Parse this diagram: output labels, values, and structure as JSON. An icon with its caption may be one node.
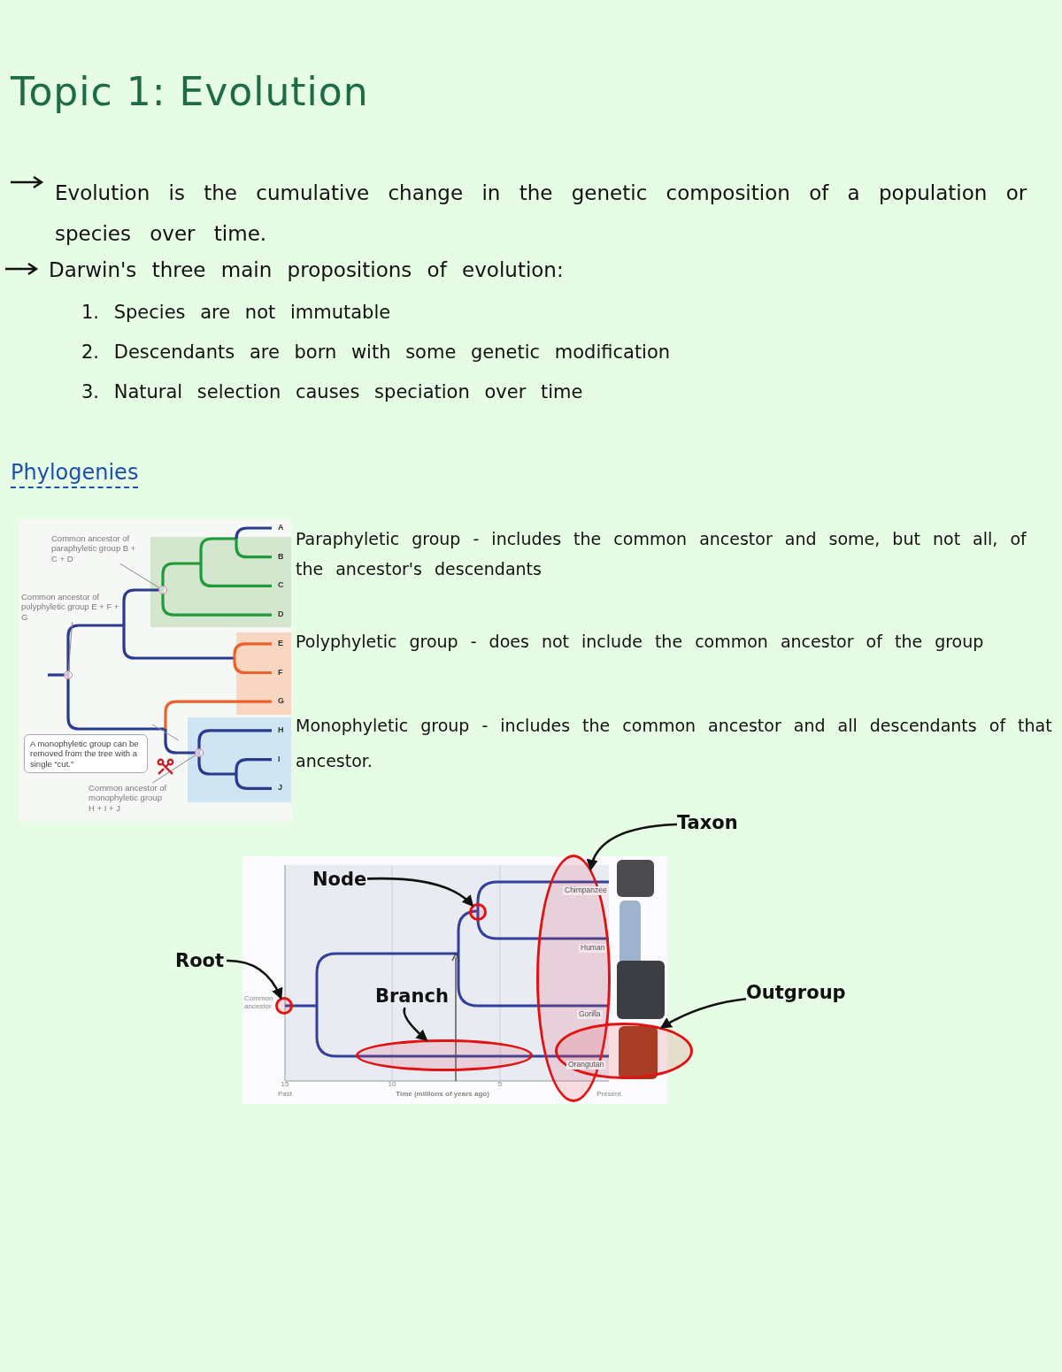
{
  "diagram": {
    "title": "Topic 1: Evolution",
    "nodes": [
      {
        "text": [
          "Common ancestor of paraphyletic group B + C + D"
        ]
      },
      {
        "text": [],
        "shape": "circle"
      },
      {
        "text": [
          "Common ancestor of polyphyletic group E + F + G"
        ]
      },
      {
        "text": [],
        "shape": "circle"
      },
      {
        "text": [
          "A monophyletic group can be removed from the tree with a single “cut.”"
        ]
      },
      {
        "text": [
          "Common ancestor of monophyletic group H + I + J"
        ]
      },
      {
        "text": [],
        "shape": "circle"
      },
      {
        "text": [
          "Taxon"
        ]
      },
      {
        "text": [],
        "shape": "circle"
      },
      {
        "text": [
          "Node"
        ]
      },
      {
        "text": [],
        "shape": "circle"
      },
      {
        "text": [
          "Root"
        ]
      },
      {
        "text": [],
        "shape": "circle"
      },
      {
        "text": [
          "Branch"
        ]
      },
      {
        "text": [],
        "shape": "circle"
      },
      {
        "text": [
          "Outgroup"
        ]
      },
      {
        "text": [],
        "shape": "circle"
      }
    ],
    "edges": [
      {
        "from": 0,
        "to": 1,
        "arrow": "none",
        "color": "#888888"
      },
      {
        "from": 2,
        "to": 3,
        "arrow": "none",
        "color": "#888888"
      },
      {
        "from": 5,
        "to": 6,
        "arrow": "none",
        "color": "#888888"
      },
      {
        "from": 7,
        "to": 8,
        "arrow": "to"
      },
      {
        "from": 9,
        "to": 10,
        "arrow": "to"
      },
      {
        "from": 11,
        "to": 12,
        "arrow": "to"
      },
      {
        "from": 13,
        "to": 14,
        "arrow": "to"
      },
      {
        "from": 15,
        "to": 16,
        "arrow": "to"
      }
    ],
    "labels": [
      "Evolution is the cumulative change in the genetic composition of a population or species over time.",
      "Darwin's three main propositions of evolution:",
      "1. Species are not immutable",
      "2. Descendants are born with some genetic modification",
      "3. Natural selection causes speciation over time",
      "Phylogenies",
      "A",
      "B",
      "C",
      "D",
      "E",
      "F",
      "G",
      "H",
      "I",
      "J",
      "Paraphyletic group - includes the common ancestor and some, but not all, of the ancestor's descendants",
      "Polyphyletic group - does not include the common ancestor of the group",
      "Monophyletic group - includes the common ancestor and all descendants of that ancestor.",
      "Common ancestor",
      "Chimpanzee",
      "Human",
      "Gorilla",
      "Orangutan",
      "15",
      "Past",
      "10",
      "Time (millions of years ago)",
      "5",
      "Present"
    ]
  }
}
